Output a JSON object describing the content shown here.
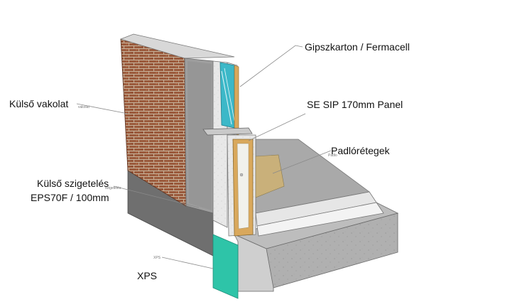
{
  "labels": {
    "gipszkarton": "Gipszkarton / Fermacell",
    "sip_panel": "SE SIP 170mm Panel",
    "kulso_vakolat": "Külső vakolat",
    "padloretegek": "Padlórétegek",
    "kulso_szigeteles_line1": "Külső szigetelés",
    "kulso_szigeteles_line2": "EPS70F / 100mm",
    "xps": "XPS"
  },
  "tiny_tags": {
    "vakolat_tag": "vakolat",
    "padlo_tag": "Padlo",
    "szigeteles_tag": "szigetelés",
    "xps_tag": "XPS"
  },
  "colors": {
    "brick": "#9a5a3c",
    "mortar": "#c7b29a",
    "eps_insulation": "#e6e6e6",
    "xps_insulation": "#2ec4a8",
    "concrete": "#a9a9a9",
    "foundation": "#d6d6d6",
    "timber": "#d9a85c",
    "glass": "#3cb8c8",
    "osb": "#c9b07a"
  }
}
